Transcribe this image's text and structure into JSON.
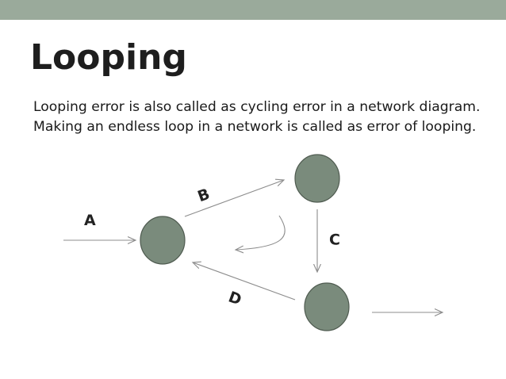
{
  "slide": {
    "title": "Looping",
    "body": "Looping error is also called as cycling error in a network diagram. Making an endless loop in a network is called as error of looping."
  },
  "diagram": {
    "edges": {
      "a": "A",
      "b": "B",
      "c": "C",
      "d": "D"
    }
  },
  "colors": {
    "top_bar": "#9aaa9b",
    "node_fill": "#7a8b7c",
    "node_stroke": "#4f5b50",
    "arrow": "#8c8c8c"
  }
}
